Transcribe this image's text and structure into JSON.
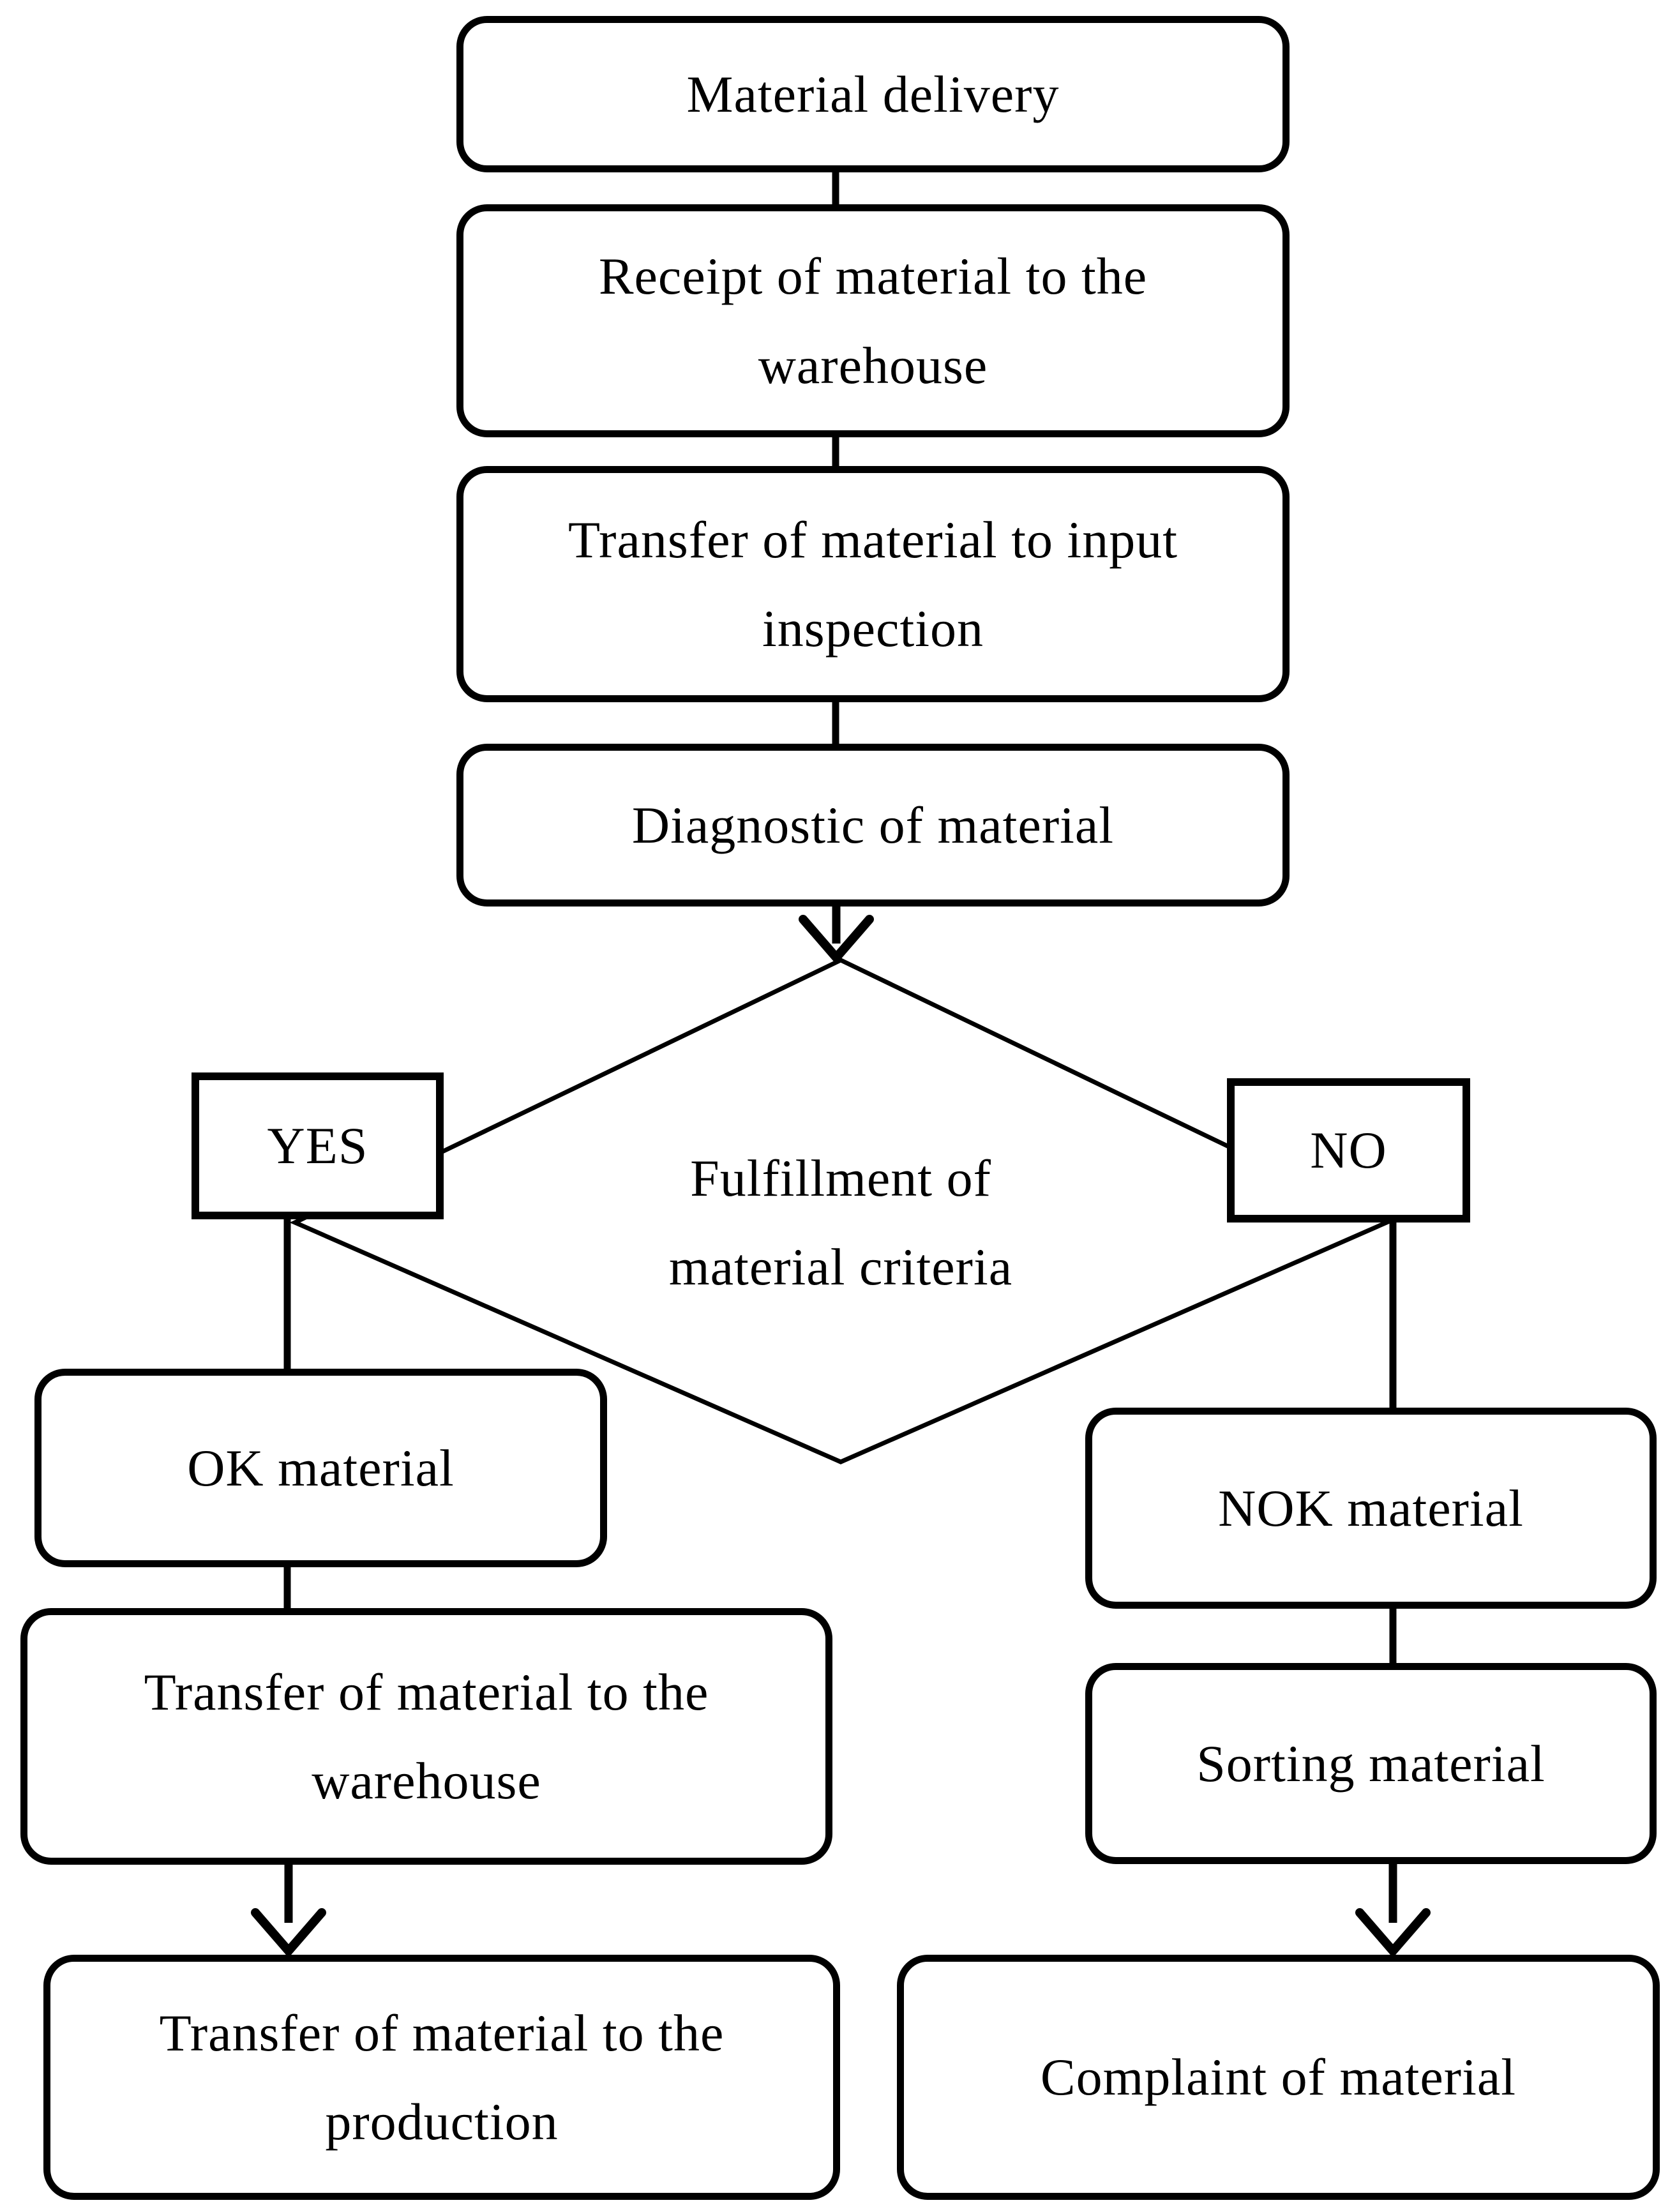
{
  "colors": {
    "stroke": "#000000",
    "background": "#ffffff",
    "text": "#000000"
  },
  "nodes": {
    "material_delivery": {
      "label": "Material delivery"
    },
    "receipt_warehouse": {
      "line1": "Receipt of material to the",
      "line2": "warehouse"
    },
    "transfer_input_inspection": {
      "line1": "Transfer of material to input",
      "line2": "inspection"
    },
    "diagnostic": {
      "label": "Diagnostic of material"
    },
    "decision": {
      "line1": "Fulfillment of",
      "line2": "material criteria"
    },
    "yes": {
      "label": "YES"
    },
    "no": {
      "label": "NO"
    },
    "ok_material": {
      "label": "OK material"
    },
    "transfer_warehouse": {
      "line1": "Transfer of material to the",
      "line2": "warehouse"
    },
    "transfer_production": {
      "line1": "Transfer of material to the",
      "line2": "production"
    },
    "nok_material": {
      "label": "NOK material"
    },
    "sorting_material": {
      "label": "Sorting material"
    },
    "complaint": {
      "label": "Complaint of material"
    }
  }
}
